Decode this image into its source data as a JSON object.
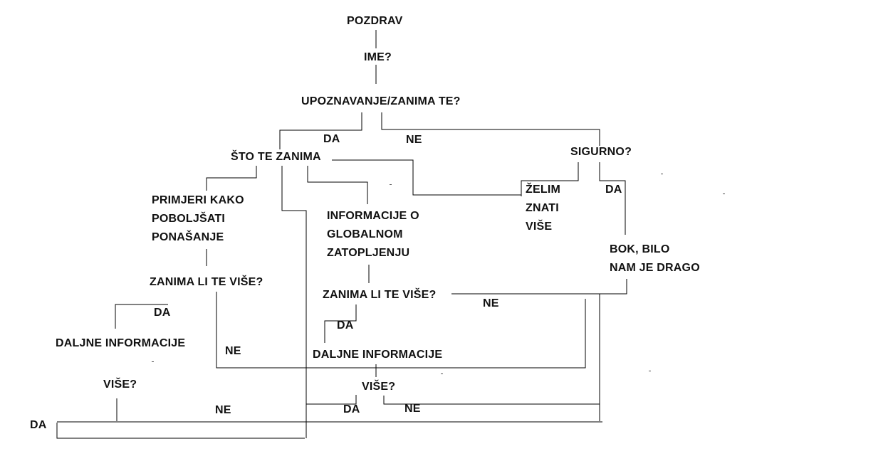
{
  "diagram": {
    "nodes": {
      "pozdrav": "POZDRAV",
      "ime": "IME?",
      "upoznavanje": "UPOZNAVANJE/ZANIMA TE?",
      "sto_te_zanima": "ŠTO TE ZANIMA",
      "sigurno": "SIGURNO?",
      "zelim_1": "ŽELIM",
      "zelim_2": "ZNATI",
      "zelim_3": "VIŠE",
      "primjeri_1": "PRIMJERI KAKO",
      "primjeri_2": "POBOLJŠATI",
      "primjeri_3": "PONAŠANJE",
      "informacije_1": "INFORMACIJE O",
      "informacije_2": "GLOBALNOM",
      "informacije_3": "ZATOPLJENJU",
      "bok_1": "BOK, BILO",
      "bok_2": "NAM JE DRAGO",
      "zanima_left": "ZANIMA LI TE VIŠE?",
      "zanima_mid": "ZANIMA LI TE VIŠE?",
      "dalje_left": "DALJNE INFORMACIJE",
      "dalje_mid": "DALJNE INFORMACIJE",
      "vise_left": "VIŠE?",
      "vise_mid": "VIŠE?"
    },
    "edge_labels": {
      "da_top": "DA",
      "ne_top": "NE",
      "da_sigurno": "DA",
      "da_left": "DA",
      "ne_left": "NE",
      "ne_mid": "NE",
      "da_mid": "DA",
      "ne_bottom": "NE",
      "da_bottom_mid": "DA",
      "ne_bottom_mid": "NE",
      "da_far_left": "DA"
    }
  }
}
